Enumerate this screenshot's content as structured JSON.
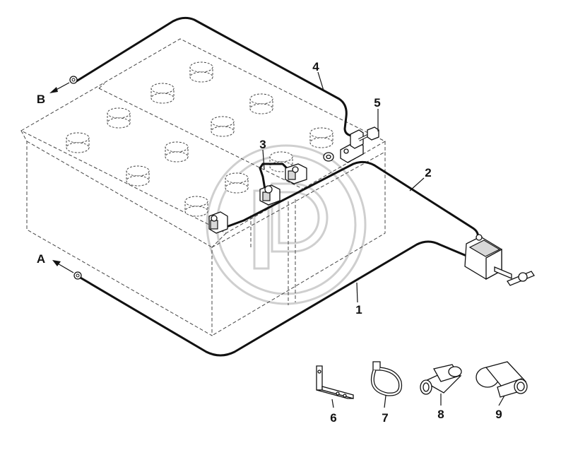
{
  "callouts": {
    "c1": "1",
    "c2": "2",
    "c3": "3",
    "c4": "4",
    "c5": "5",
    "c6": "6",
    "c7": "7",
    "c8": "8",
    "c9": "9",
    "a": "A",
    "b": "B"
  }
}
